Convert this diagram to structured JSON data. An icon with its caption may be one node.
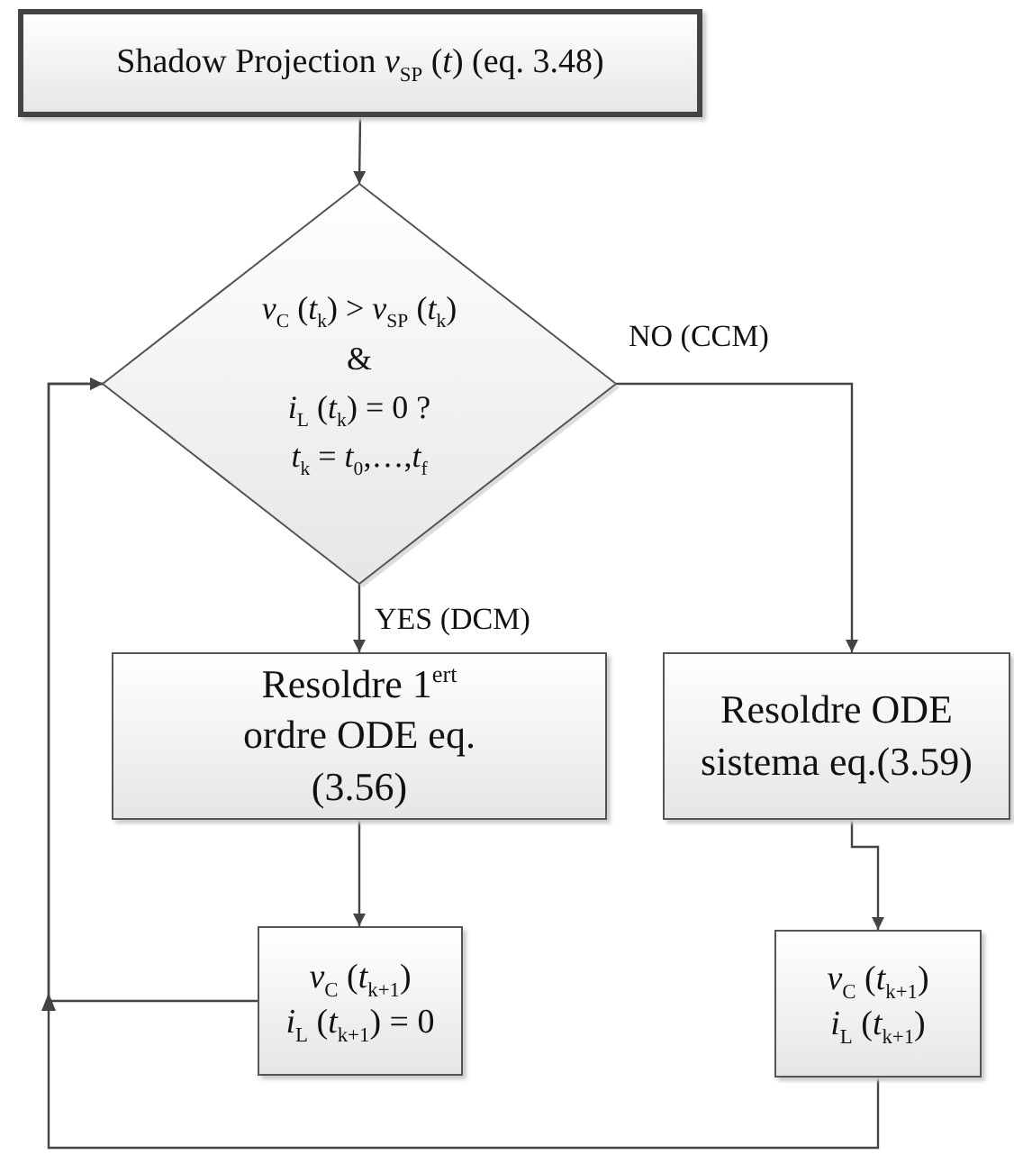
{
  "diagram": {
    "nodes": [
      {
        "text": [
          "Shadow Projection *v*$_{SP}$ (*t*) (eq. 3.48)"
        ]
      },
      {
        "text": [
          "*v*$_{C}$ (*t*$_{k}$) > *v*$_{SP}$ (*t*$_{k}$)",
          "&",
          "*i*$_{L}$ (*t*$_{k}$) = 0 ?",
          "*t*$_{k}$ = *t*$_{0}$,…,*t*$_{f}$"
        ]
      },
      {
        "text": [
          "Resoldre 1$^{ert}$ ordre ODE eq.(3.56)"
        ]
      },
      {
        "text": [
          "Resoldre ODE sistema eq.(3.59)"
        ]
      },
      {
        "text": [
          "*v*$_{C}$ (*t*$_{k+1}$)",
          "*i*$_{L}$ (*t*$_{k+1}$) = 0"
        ]
      },
      {
        "text": [
          "*v*$_{C}$ (*t*$_{k+1}$)",
          "*i*$_{L}$ (*t*$_{k+1}$)"
        ]
      }
    ],
    "edges": [
      {
        "from": 0,
        "to": 1,
        "arrow": "to"
      },
      {
        "from": 1,
        "to": 2,
        "arrow": "to",
        "label": "YES (DCM)"
      },
      {
        "from": 1,
        "to": 3,
        "arrow": "to",
        "label": "NO (CCM)"
      },
      {
        "from": 2,
        "to": 4,
        "arrow": "to"
      },
      {
        "from": 3,
        "to": 5,
        "arrow": "to"
      },
      {
        "from": 4,
        "to": 1,
        "arrow": "to"
      },
      {
        "from": 5,
        "to": 1,
        "arrow": "to"
      }
    ]
  }
}
